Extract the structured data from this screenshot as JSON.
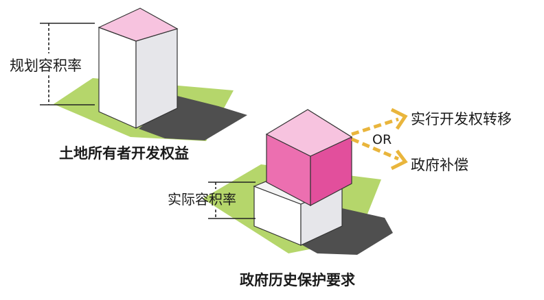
{
  "left_scene": {
    "height_label": "规划容积率",
    "caption": "土地所有者开发权益"
  },
  "right_scene": {
    "height_label": "实际容积率",
    "caption": "政府历史保护要求",
    "or_label": "OR",
    "option_top": "实行开发权转移",
    "option_bottom": "政府补偿"
  },
  "colors": {
    "ground": "#b5d66b",
    "shadow": "#4f4f4f",
    "box_white": "#ffffff",
    "box_side": "#e6e6ea",
    "roof_pink": "#f7c3df",
    "box_pink_front": "#ec6fb0",
    "box_pink_right": "#e24f9c",
    "arrow": "#e9b53c"
  }
}
